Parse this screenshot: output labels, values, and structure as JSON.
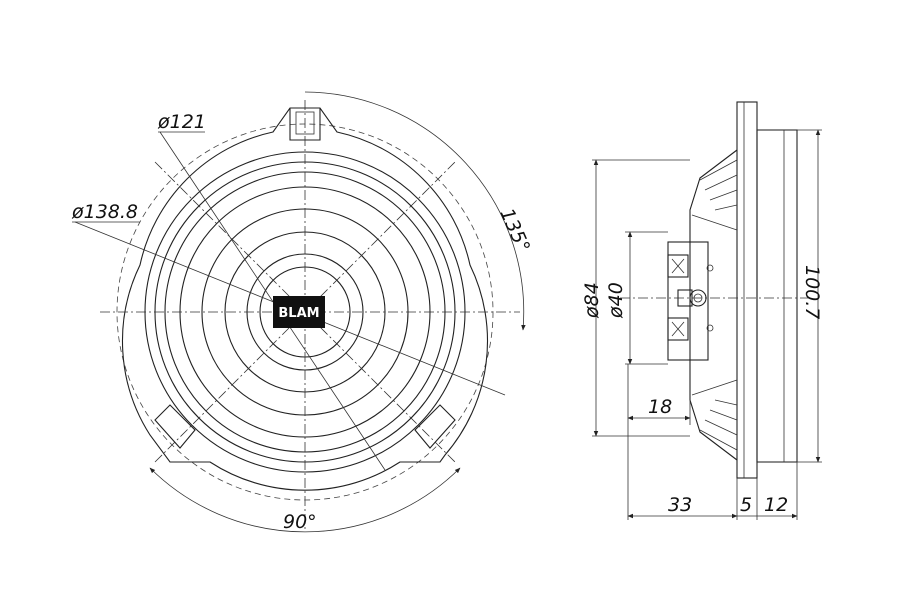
{
  "front_view": {
    "dims": {
      "d_outer": "ø138.8",
      "d_inner": "ø121",
      "angle_top": "135°",
      "angle_bottom": "90°"
    },
    "logo": "BLAM"
  },
  "side_view": {
    "dims": {
      "d40": "ø40",
      "d84": "ø84",
      "height": "100.7",
      "depth_18": "18",
      "depth_33": "33",
      "gap_5": "5",
      "flange_12": "12"
    }
  }
}
